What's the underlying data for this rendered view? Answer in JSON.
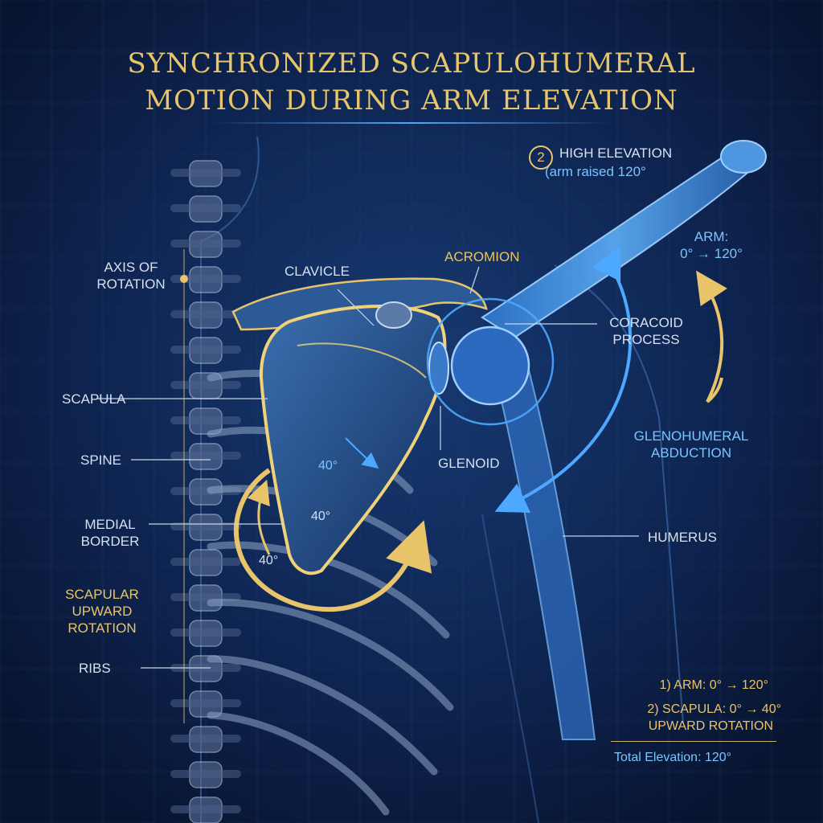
{
  "title": {
    "line1": "SYNCHRONIZED SCAPULOHUMERAL",
    "line2": "MOTION DURING ARM ELEVATION"
  },
  "stage": {
    "number": "2",
    "label": "HIGH ELEVATION",
    "sublabel": "(arm raised 120°"
  },
  "labels": {
    "axis_of_rotation_1": "AXIS OF",
    "axis_of_rotation_2": "ROTATION",
    "clavicle": "CLAVICLE",
    "acromion": "ACROMION",
    "scapula": "SCAPULA",
    "spine": "SPINE",
    "medial_border_1": "MEDIAL",
    "medial_border_2": "BORDER",
    "scapular_upward_rotation_1": "SCAPULAR",
    "scapular_upward_rotation_2": "UPWARD",
    "scapular_upward_rotation_3": "ROTATION",
    "ribs": "RIBS",
    "glenoid": "GLENOID",
    "coracoid_process_1": "CORACOID",
    "coracoid_process_2": "PROCESS",
    "glenohumeral_abduction_1": "GLENOHUMERAL",
    "glenohumeral_abduction_2": "ABDUCTION",
    "humerus": "HUMERUS",
    "arm_range_1": "ARM:",
    "arm_range_2": "0° → 120°"
  },
  "angles": {
    "inner": "40°",
    "middle": "40°",
    "outer": "40°"
  },
  "legend": {
    "item1": "1) ARM: 0° → 120°",
    "item2_line1": "2) SCAPULA: 0° → 40°",
    "item2_line2": "UPWARD ROTATION",
    "total": "Total Elevation: 120°"
  },
  "colors": {
    "background": "#0a1834",
    "gold": "#e8c46a",
    "blue": "#4da8ff",
    "text": "#d7e0ee"
  }
}
